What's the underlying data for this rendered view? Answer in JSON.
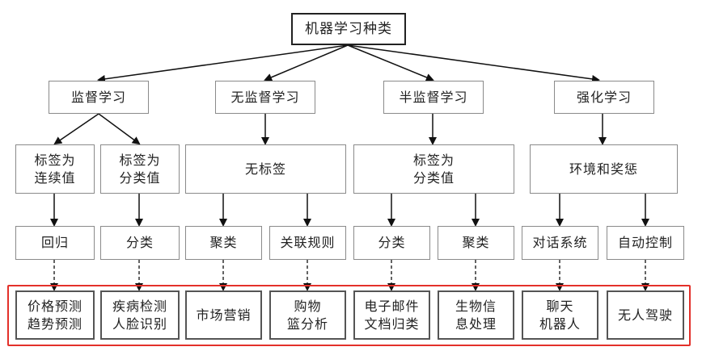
{
  "root": "机器学习种类",
  "categories": [
    "监督学习",
    "无监督学习",
    "半监督学习",
    "强化学习"
  ],
  "label_types": [
    "标签为\n连续值",
    "标签为\n分类值",
    "无标签",
    "标签为\n分类值",
    "环境和奖惩"
  ],
  "tasks": [
    "回归",
    "分类",
    "聚类",
    "关联规则",
    "分类",
    "聚类",
    "对话系统",
    "自动控制"
  ],
  "applications": [
    "价格预测\n趋势预测",
    "疾病检测\n人脸识别",
    "市场营销",
    "购物\n篮分析",
    "电子邮件\n文档归类",
    "生物信\n息处理",
    "聊天\n机器人",
    "无人驾驶"
  ],
  "colors": {
    "highlight": "#e3302a",
    "box_border": "#8a8a8a",
    "line": "#111111"
  }
}
